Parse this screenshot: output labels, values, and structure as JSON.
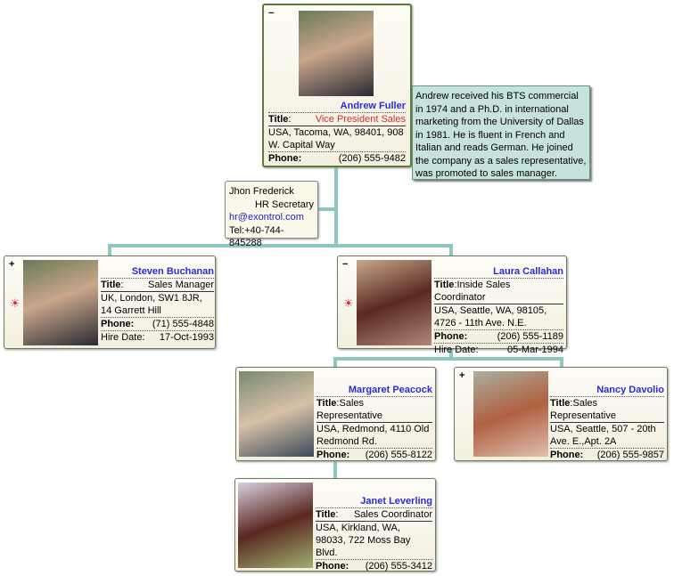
{
  "root": {
    "name": "Andrew Fuller",
    "title_label": "Title",
    "title": "Vice President Sales",
    "address": "USA, Tacoma, WA, 98401, 908 W. Capital Way",
    "phone_label": "Phone:",
    "phone": "(206) 555-9482",
    "toggle": "−"
  },
  "note": "Andrew received his BTS commercial in 1974 and a Ph.D. in international marketing from the University of Dallas in 1981.  He is fluent in French and Italian and reads German.  He joined the company as a sales representative, was promoted to sales manager.",
  "assistant": {
    "name": "Jhon Frederick",
    "title": "HR Secretary",
    "email": "hr@exontrol.com",
    "phone": "Tel:+40-744-845288"
  },
  "steven": {
    "name": "Steven Buchanan",
    "title_label": "Title",
    "title": "Sales Manager",
    "address": "UK, London, SW1 8JR, 14 Garrett Hill",
    "phone_label": "Phone:",
    "phone": "(71) 555-4848",
    "hire_label": "Hire Date:",
    "hire": "17-Oct-1993",
    "toggle": "+",
    "status_icon": "☀"
  },
  "laura": {
    "name": "Laura Callahan",
    "title_label": "Title",
    "title": "Inside Sales Coordinator",
    "address": "USA, Seattle, WA, 98105, 4726 - 11th Ave. N.E.",
    "phone_label": "Phone:",
    "phone": "(206) 555-1189",
    "hire_label": "Hire Date:",
    "hire": "05-Mar-1994",
    "toggle": "−",
    "status_icon": "☀"
  },
  "margaret": {
    "name": "Margaret Peacock",
    "title_label": "Title",
    "title": "Sales Representative",
    "address": "USA, Redmond, 4110 Old Redmond Rd.",
    "phone_label": "Phone:",
    "phone": "(206) 555-8122"
  },
  "nancy": {
    "name": "Nancy Davolio",
    "title_label": "Title",
    "title": "Sales Representative",
    "address": "USA, Seattle, 507 - 20th Ave. E.,Apt. 2A",
    "phone_label": "Phone:",
    "phone": "(206) 555-9857",
    "toggle": "+"
  },
  "janet": {
    "name": "Janet Leverling",
    "title_label": "Title",
    "title": "Sales Coordinator",
    "address": "USA, Kirkland, WA, 98033, 722 Moss Bay Blvd.",
    "phone_label": "Phone:",
    "phone": "(206) 555-3412"
  }
}
